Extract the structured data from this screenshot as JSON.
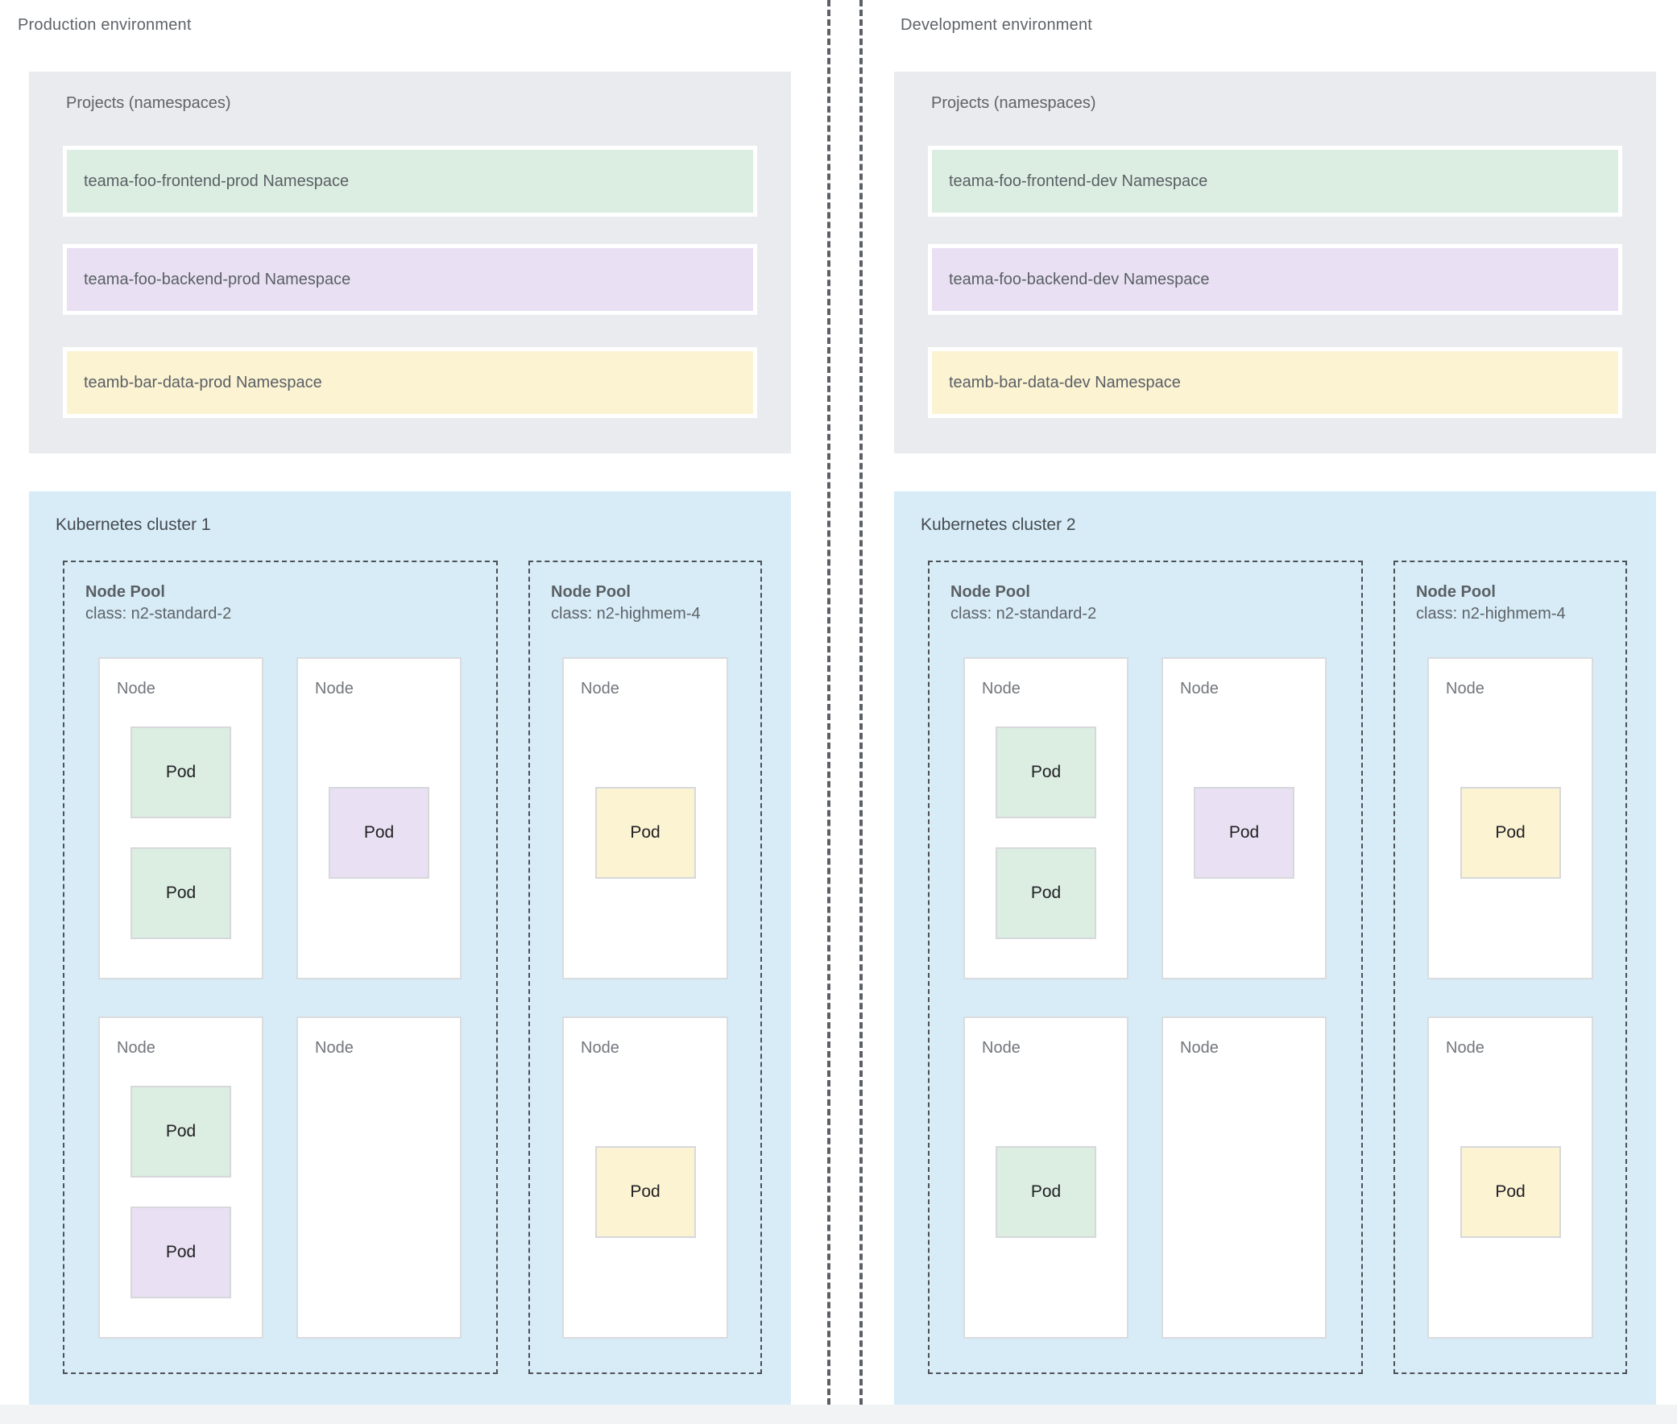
{
  "palette": {
    "green": "#dcede2",
    "purple": "#e9e1f3",
    "yellow": "#fcf3d3",
    "projects_bg": "#e9ebee",
    "cluster_bg": "#d7ecf7",
    "node_bg": "#ffffff",
    "divider": "#5c6065",
    "footer_strip": "#f2f3f4"
  },
  "environments": [
    {
      "title": "Production environment",
      "projects": {
        "title": "Projects (namespaces)",
        "namespaces": [
          {
            "label": "teama-foo-frontend-prod Namespace",
            "color": "green"
          },
          {
            "label": "teama-foo-backend-prod Namespace",
            "color": "purple"
          },
          {
            "label": "teamb-bar-data-prod Namespace",
            "color": "yellow"
          }
        ]
      },
      "cluster": {
        "title": "Kubernetes cluster 1",
        "node_pools": [
          {
            "title": "Node Pool",
            "class_line": "class: n2-standard-2",
            "nodes": [
              {
                "label": "Node",
                "pods": [
                  {
                    "label": "Pod",
                    "color": "green"
                  },
                  {
                    "label": "Pod",
                    "color": "green"
                  }
                ]
              },
              {
                "label": "Node",
                "pods": [
                  {
                    "label": "Pod",
                    "color": "purple"
                  }
                ]
              },
              {
                "label": "Node",
                "pods": [
                  {
                    "label": "Pod",
                    "color": "green"
                  },
                  {
                    "label": "Pod",
                    "color": "purple"
                  }
                ]
              },
              {
                "label": "Node",
                "pods": []
              }
            ]
          },
          {
            "title": "Node Pool",
            "class_line": "class: n2-highmem-4",
            "nodes": [
              {
                "label": "Node",
                "pods": [
                  {
                    "label": "Pod",
                    "color": "yellow"
                  }
                ]
              },
              {
                "label": "Node",
                "pods": [
                  {
                    "label": "Pod",
                    "color": "yellow"
                  }
                ]
              }
            ]
          }
        ]
      }
    },
    {
      "title": "Development environment",
      "projects": {
        "title": "Projects (namespaces)",
        "namespaces": [
          {
            "label": "teama-foo-frontend-dev Namespace",
            "color": "green"
          },
          {
            "label": "teama-foo-backend-dev Namespace",
            "color": "purple"
          },
          {
            "label": "teamb-bar-data-dev Namespace",
            "color": "yellow"
          }
        ]
      },
      "cluster": {
        "title": "Kubernetes cluster 2",
        "node_pools": [
          {
            "title": "Node Pool",
            "class_line": "class: n2-standard-2",
            "nodes": [
              {
                "label": "Node",
                "pods": [
                  {
                    "label": "Pod",
                    "color": "green"
                  },
                  {
                    "label": "Pod",
                    "color": "green"
                  }
                ]
              },
              {
                "label": "Node",
                "pods": [
                  {
                    "label": "Pod",
                    "color": "purple"
                  }
                ]
              },
              {
                "label": "Node",
                "pods": [
                  {
                    "label": "Pod",
                    "color": "green"
                  }
                ]
              },
              {
                "label": "Node",
                "pods": []
              }
            ]
          },
          {
            "title": "Node Pool",
            "class_line": "class: n2-highmem-4",
            "nodes": [
              {
                "label": "Node",
                "pods": [
                  {
                    "label": "Pod",
                    "color": "yellow"
                  }
                ]
              },
              {
                "label": "Node",
                "pods": [
                  {
                    "label": "Pod",
                    "color": "yellow"
                  }
                ]
              }
            ]
          }
        ]
      }
    }
  ]
}
